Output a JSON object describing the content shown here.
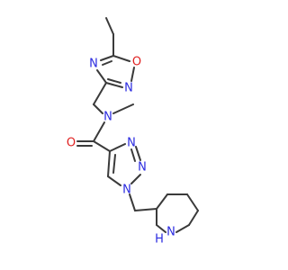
{
  "molecule": {
    "atoms": {
      "o_ring": "O",
      "n_ring_oxadiazole_top": "N",
      "n_ring_oxadiazole_bottom": "N",
      "n_amide": "N",
      "o_carbonyl": "O",
      "n_triazole_top": "N",
      "n_triazole_right": "N",
      "n_triazole_bottom": "N",
      "n_piperidine": "N",
      "h_piperidine": "H"
    },
    "colors": {
      "bond": "#3a3a3a",
      "nitrogen": "#2a2ae0",
      "oxygen": "#e02020"
    }
  }
}
